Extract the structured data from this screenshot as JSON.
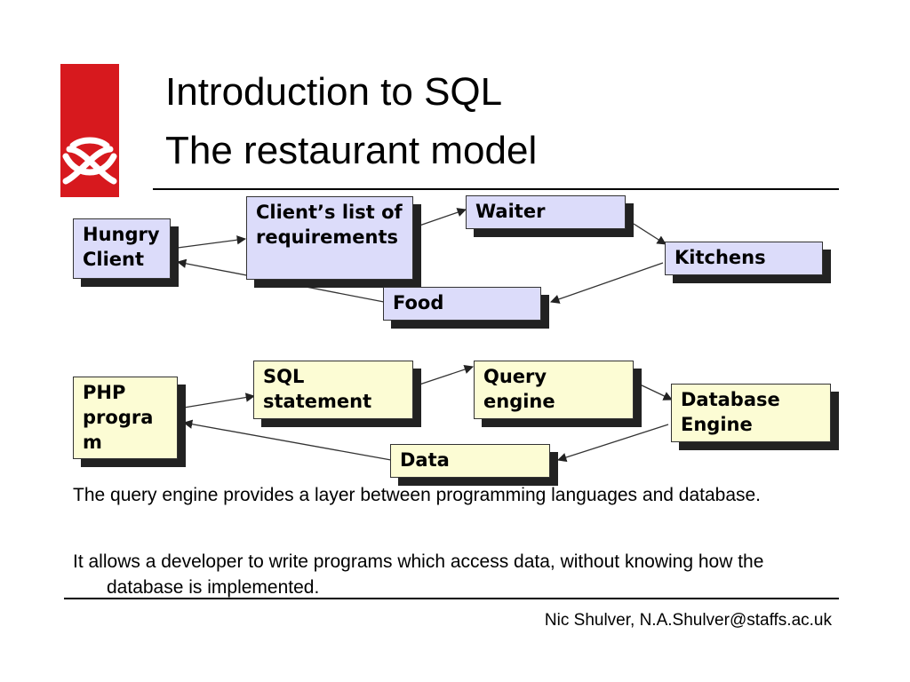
{
  "slide": {
    "title_line1": "Introduction to SQL",
    "title_line2": "The restaurant model",
    "logo_icon": "university-crest-icon",
    "footer": "Nic Shulver,  N.A.Shulver@staffs.ac.uk"
  },
  "diagram_top": {
    "hungry_client": "Hungry Client",
    "clients_list": "Client’s list of requirements",
    "waiter": "Waiter",
    "kitchens": "Kitchens",
    "food": "Food",
    "fill_color": "#dcdcfa"
  },
  "diagram_bottom": {
    "php_program": "PHP progra m",
    "sql_statement": "SQL statement",
    "query_engine": "Query engine",
    "database_engine": "Database Engine",
    "data": "Data",
    "fill_color": "#fcfcd4"
  },
  "body": {
    "paragraph1": "The query engine provides a layer between programming languages and database.",
    "paragraph2": "It allows a developer to write programs which access data, without knowing how the database is implemented."
  }
}
